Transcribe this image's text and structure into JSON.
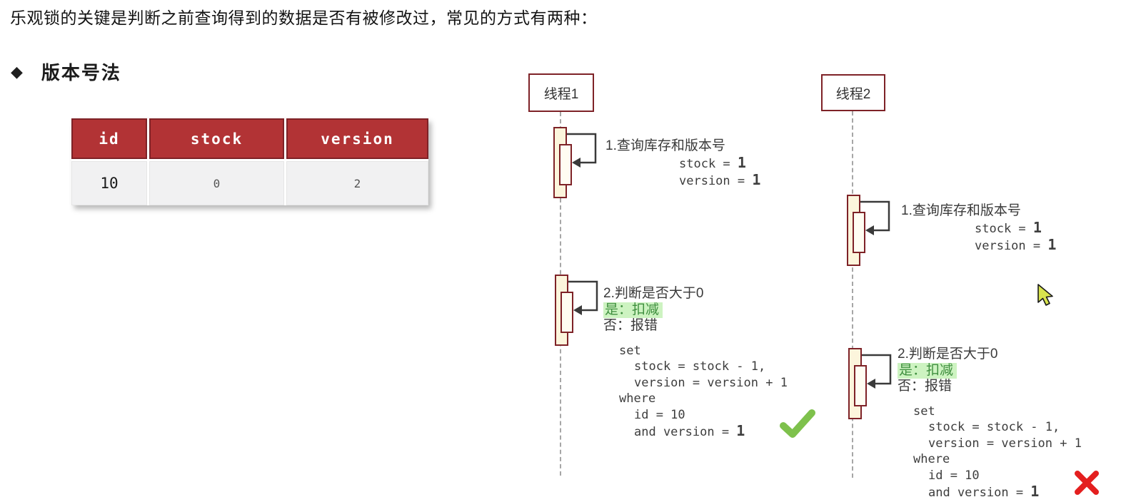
{
  "page": {
    "title": "乐观锁的关键是判断之前查询得到的数据是否有被修改过，常见的方式有两种：",
    "bullet": "◆",
    "section_heading": "版本号法"
  },
  "table": {
    "headers": [
      "id",
      "stock",
      "version"
    ],
    "row": [
      "10",
      "0",
      "2"
    ]
  },
  "threads": [
    {
      "label": "线程1",
      "step1": {
        "title": "1.查询库存和版本号",
        "stock_label": "stock = ",
        "stock_value": "1",
        "version_label": "version = ",
        "version_value": "1"
      },
      "step2": {
        "title": "2.判断是否大于0",
        "yes": "是：扣减",
        "no": "否：报错",
        "sql_set": "set",
        "sql_stock": "stock = stock - 1,",
        "sql_version": "version = version + 1",
        "sql_where": "where",
        "sql_id": "id = 10",
        "sql_and": "and version = ",
        "sql_and_value": "1"
      },
      "result": "success"
    },
    {
      "label": "线程2",
      "step1": {
        "title": "1.查询库存和版本号",
        "stock_label": "stock = ",
        "stock_value": "1",
        "version_label": "version = ",
        "version_value": "1"
      },
      "step2": {
        "title": "2.判断是否大于0",
        "yes": "是：扣减",
        "no": "否：报错",
        "sql_set": "set",
        "sql_stock": "stock = stock - 1,",
        "sql_version": "version = version + 1",
        "sql_where": "where",
        "sql_id": "id = 10",
        "sql_and": "and version = ",
        "sql_and_value": "1"
      },
      "result": "failure"
    }
  ],
  "icons": {
    "success": "check-icon",
    "failure": "cross-icon",
    "pointer": "mouse-cursor-icon"
  },
  "colors": {
    "maroon_border": "#7e2227",
    "table_header_bg": "#b23335",
    "activation_fill": "#fcf5dc",
    "highlight_bg": "#cdf3c1",
    "highlight_text": "#3f8f3f",
    "check_green": "#7ec14c",
    "cross_red": "#e41f1f",
    "lifeline_gray": "#a6a6a6"
  }
}
